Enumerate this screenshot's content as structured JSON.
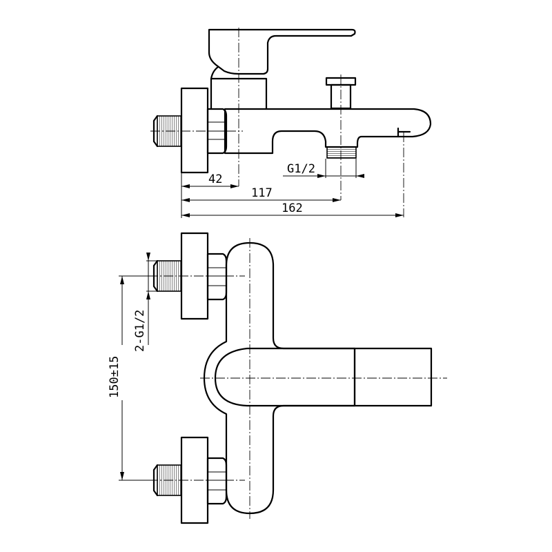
{
  "dimensions": {
    "dim_42": "42",
    "dim_117": "117",
    "dim_162": "162",
    "dim_g12": "G1/2",
    "dim_2g12": "2-G1/2",
    "dim_150": "150±15"
  }
}
